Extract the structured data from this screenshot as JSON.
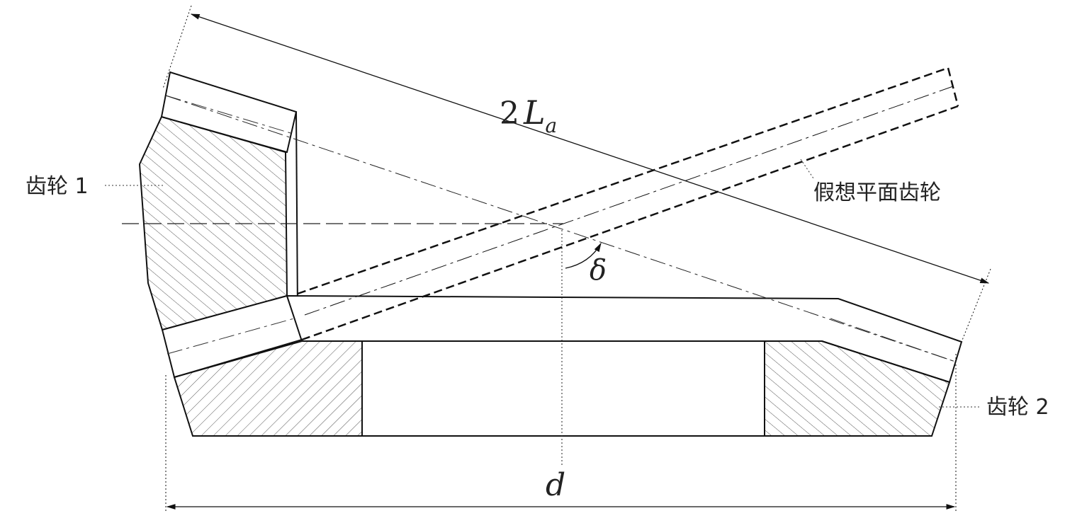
{
  "labels": {
    "gear1": "齿轮 1",
    "gear2": "齿轮 2",
    "virtual_gear": "假想平面齿轮",
    "length_coeff": "2",
    "length_sym": "L",
    "length_sub": "a",
    "angle": "δ",
    "diameter": "d"
  }
}
